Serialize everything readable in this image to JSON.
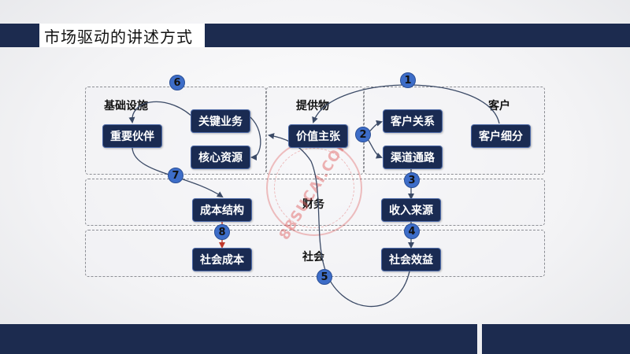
{
  "title": "市场驱动的讲述方式",
  "sections": {
    "infrastructure": "基础设施",
    "offer": "提供物",
    "customer": "客户",
    "finance": "财务",
    "society": "社会"
  },
  "nodes": {
    "key_activities": "关键业务",
    "key_partners": "重要伙伴",
    "key_resources": "核心资源",
    "value_proposition": "价值主张",
    "customer_relationships": "客户关系",
    "channels": "渠道通路",
    "customer_segments": "客户细分",
    "cost_structure": "成本结构",
    "revenue_streams": "收入来源",
    "social_cost": "社会成本",
    "social_benefit": "社会效益"
  },
  "steps": {
    "s1": "1",
    "s2": "2",
    "s3": "3",
    "s4": "4",
    "s5": "5",
    "s6": "6",
    "s7": "7",
    "s8": "8"
  },
  "watermark": "88SUCAI.COM",
  "colors": {
    "band": "#1c2b4f",
    "node_fill": "#1a2b52",
    "step_badge": "#3d6dc8",
    "red_arrow": "#c0392b"
  }
}
